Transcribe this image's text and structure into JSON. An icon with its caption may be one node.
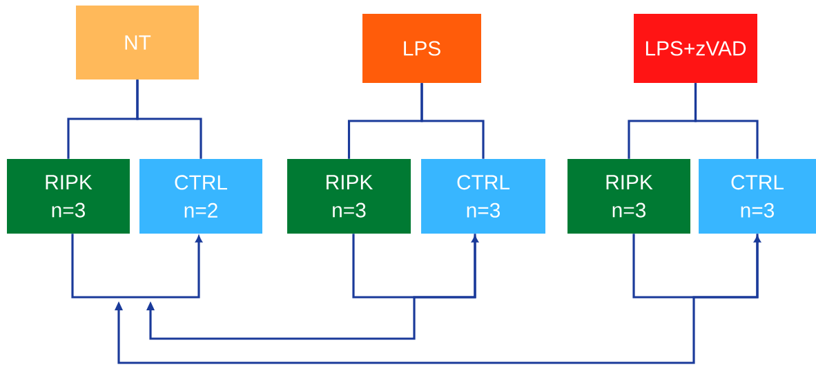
{
  "diagram": {
    "nodes": [
      {
        "text": [
          "NT"
        ]
      },
      {
        "text": [
          "LPS"
        ]
      },
      {
        "text": [
          "LPS+zVAD"
        ]
      },
      {
        "text": [
          "RIPK n=3"
        ]
      },
      {
        "text": [
          "CTRL n=2"
        ]
      },
      {
        "text": [
          "RIPK n=3"
        ]
      },
      {
        "text": [
          "CTRL n=3"
        ]
      },
      {
        "text": [
          "RIPK n=3"
        ]
      },
      {
        "text": [
          "CTRL n=3"
        ]
      }
    ],
    "edges": [
      {
        "from": 0,
        "to": 3,
        "arrow": "none"
      },
      {
        "from": 0,
        "to": 4,
        "arrow": "none"
      },
      {
        "from": 1,
        "to": 5,
        "arrow": "none"
      },
      {
        "from": 1,
        "to": 6,
        "arrow": "none"
      },
      {
        "from": 2,
        "to": 7,
        "arrow": "none"
      },
      {
        "from": 2,
        "to": 8,
        "arrow": "none"
      },
      {
        "from": 3,
        "to": 4,
        "arrow": "to"
      },
      {
        "from": 5,
        "to": 6,
        "arrow": "to"
      },
      {
        "from": 7,
        "to": 8,
        "arrow": "to"
      },
      {
        "from": 6,
        "to": null,
        "arrow": "to"
      },
      {
        "from": 8,
        "to": null,
        "arrow": "to"
      }
    ]
  }
}
